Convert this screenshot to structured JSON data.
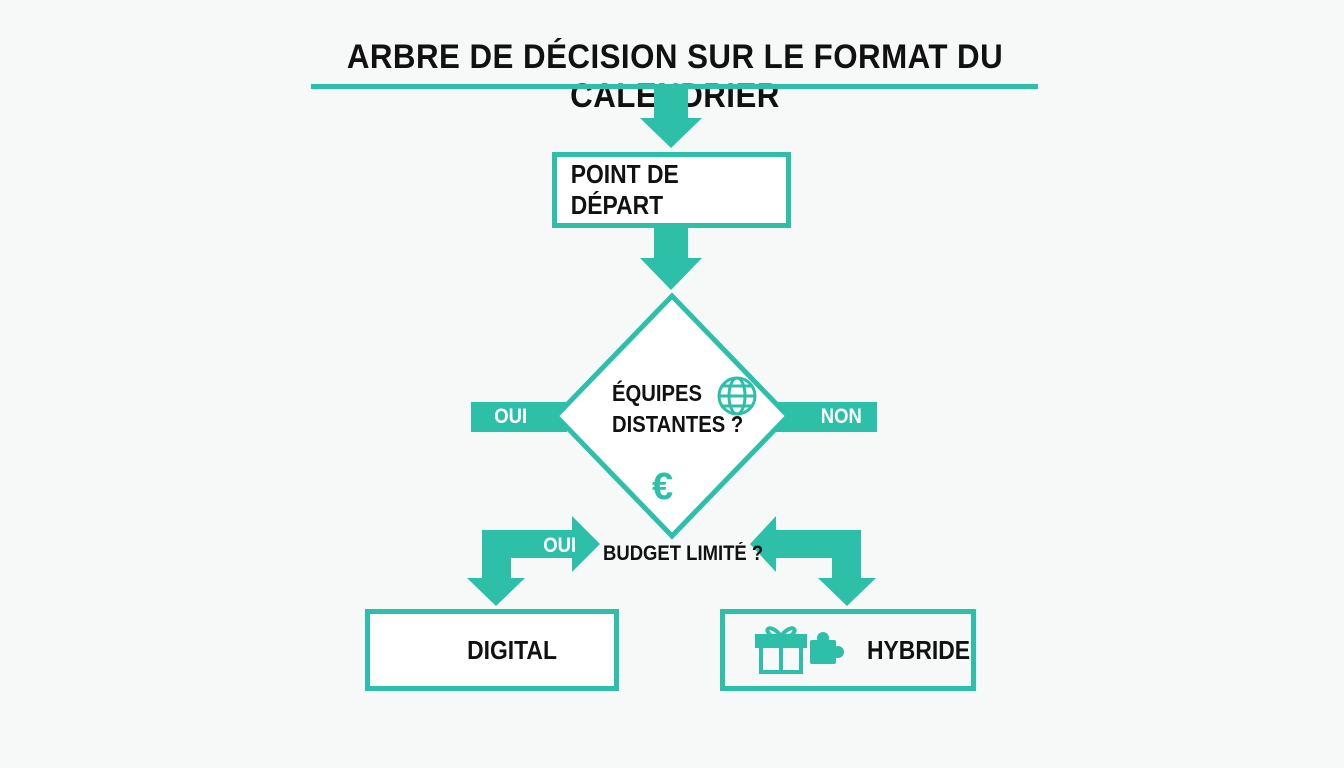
{
  "title": "ARBRE DE DÉCISION SUR LE FORMAT DU CALENDRIER",
  "start": {
    "label": "POINT DE DÉPART"
  },
  "question1": {
    "line1": "ÉQUIPES",
    "line2": "DISTANTES ?"
  },
  "branch_yes_left": "OUI",
  "branch_no_right": "NON",
  "branch_yes_lower": "OUI",
  "question2": "BUDGET LIMITÉ ?",
  "budget_symbol": "€",
  "outcomes": [
    {
      "label": "DIGITAL",
      "icon": "monitor-icon"
    },
    {
      "label": "HYBRIDE",
      "icon": "gift-puzzle-icon"
    }
  ],
  "colors": {
    "accent": "#2dbfa8",
    "text": "#111111",
    "background": "#f7f8f8"
  }
}
